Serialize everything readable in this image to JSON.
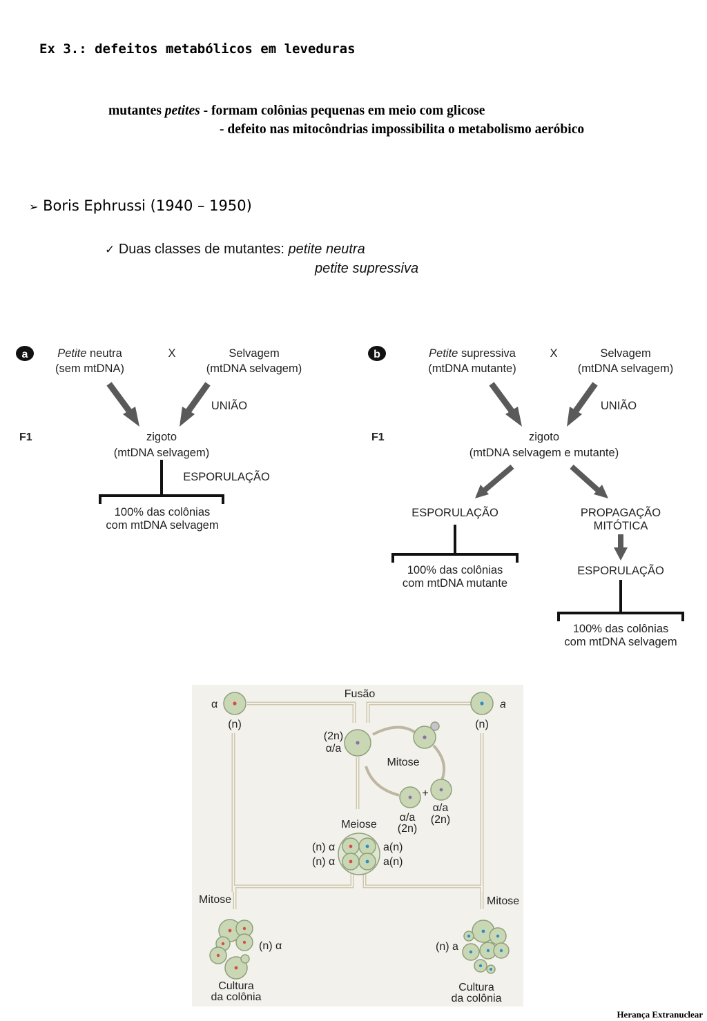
{
  "title": "Ex 3.: defeitos metabólicos em leveduras",
  "intro": {
    "prefix": "mutantes",
    "italic": "petites",
    "line1": "- formam colônias pequenas em meio com glicose",
    "line2": "- defeito nas mitocôndrias impossibilita o metabolismo aeróbico"
  },
  "bullet": {
    "marker": "➢",
    "text": "Boris Ephrussi (1940 – 1950)"
  },
  "classes": {
    "marker": "✓",
    "lead": "Duas classes de mutantes:",
    "items": [
      "petite neutra",
      "petite supressiva"
    ]
  },
  "panel_a": {
    "badge": "a",
    "parent1_italic": "Petite",
    "parent1_rest": "neutra",
    "parent1_sub": "(sem mtDNA)",
    "cross": "X",
    "parent2": "Selvagem",
    "parent2_sub": "(mtDNA selvagem)",
    "union": "UNIÃO",
    "generation": "F1",
    "zygote": "zigoto",
    "zygote_sub": "(mtDNA selvagem)",
    "step": "ESPORULAÇÃO",
    "result1": "100% das colônias",
    "result2": "com mtDNA selvagem"
  },
  "panel_b": {
    "badge": "b",
    "parent1_italic": "Petite",
    "parent1_rest": "supressiva",
    "parent1_sub": "(mtDNA mutante)",
    "cross": "X",
    "parent2": "Selvagem",
    "parent2_sub": "(mtDNA selvagem)",
    "union": "UNIÃO",
    "generation": "F1",
    "zygote": "zigoto",
    "zygote_sub": "(mtDNA selvagem e mutante)",
    "left_step": "ESPORULAÇÃO",
    "left_result1": "100% das colônias",
    "left_result2": "com mtDNA mutante",
    "right_step1": "PROPAGAÇÃO",
    "right_step2": "MITÓTICA",
    "right_step3": "ESPORULAÇÃO",
    "right_result1": "100% das colônias",
    "right_result2": "com mtDNA selvagem"
  },
  "life_cycle": {
    "fusion": "Fusão",
    "alpha": "α",
    "a": "a",
    "n": "(n)",
    "diploid": "(2n)",
    "alpha_a": "α/a",
    "mitosis_center": "Mitose",
    "plus": "+",
    "meiosis": "Meiose",
    "n_alpha": "(n) α",
    "a_n": "a(n)",
    "mitosis_left": "Mitose",
    "mitosis_right": "Mitose",
    "n_alpha_colony": "(n) α",
    "n_a_colony": "(n) a",
    "culture_left1": "Cultura",
    "culture_left2": "da colônia",
    "culture_right1": "Cultura",
    "culture_right2": "da colônia"
  },
  "colors": {
    "cell_fill": "#c9d7b4",
    "cell_stroke": "#8ea07a",
    "line": "#cfc7ae",
    "nucleus_red": "#d84b4b",
    "nucleus_blue": "#2a8fc6",
    "nucleus_purple": "#8d6ea8",
    "arrow": "#555555"
  },
  "footer": "Herança Extranuclear"
}
